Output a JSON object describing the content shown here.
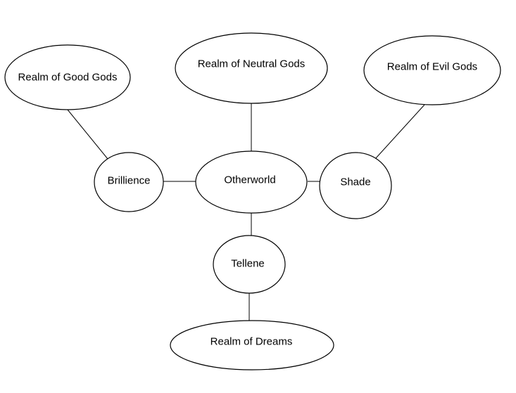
{
  "diagram": {
    "nodes": [
      {
        "id": "good",
        "label": "Realm of Good Gods"
      },
      {
        "id": "neutral",
        "label": "Realm of Neutral Gods"
      },
      {
        "id": "evil",
        "label": "Realm of Evil Gods"
      },
      {
        "id": "brillience",
        "label": "Brillience"
      },
      {
        "id": "otherworld",
        "label": "Otherworld"
      },
      {
        "id": "shade",
        "label": "Shade"
      },
      {
        "id": "tellene",
        "label": "Tellene"
      },
      {
        "id": "dreams",
        "label": "Realm of Dreams"
      }
    ],
    "edges": [
      {
        "from": "good",
        "to": "brillience"
      },
      {
        "from": "neutral",
        "to": "otherworld"
      },
      {
        "from": "evil",
        "to": "shade"
      },
      {
        "from": "brillience",
        "to": "otherworld"
      },
      {
        "from": "otherworld",
        "to": "shade"
      },
      {
        "from": "otherworld",
        "to": "tellene"
      },
      {
        "from": "tellene",
        "to": "dreams"
      }
    ],
    "colors": {
      "stroke": "#000000",
      "fill": "#ffffff",
      "text": "#000000"
    }
  }
}
